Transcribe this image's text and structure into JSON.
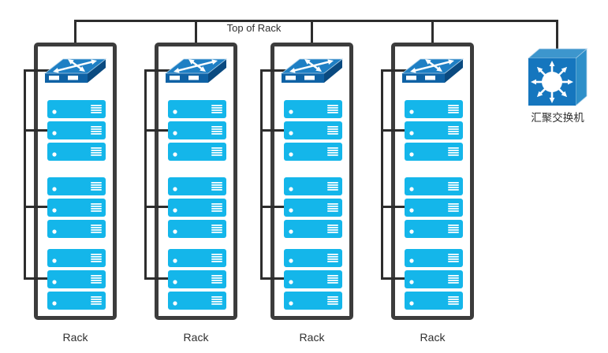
{
  "diagram": {
    "top_link_label": "Top of Rack",
    "aggregation_switch": {
      "label": "汇聚交换机",
      "icon": "aggregation-switch-icon"
    },
    "racks": [
      {
        "label": "Rack",
        "tor_switch_icon": "tor-switch-icon",
        "server_icon": "server-icon",
        "server_count": 9,
        "server_groups": 3
      },
      {
        "label": "Rack",
        "tor_switch_icon": "tor-switch-icon",
        "server_icon": "server-icon",
        "server_count": 9,
        "server_groups": 3
      },
      {
        "label": "Rack",
        "tor_switch_icon": "tor-switch-icon",
        "server_icon": "server-icon",
        "server_count": 9,
        "server_groups": 3
      },
      {
        "label": "Rack",
        "tor_switch_icon": "tor-switch-icon",
        "server_icon": "server-icon",
        "server_count": 9,
        "server_groups": 3
      }
    ]
  },
  "colors": {
    "background": "#ffffff",
    "connector_line": "#2d2d2d",
    "rack_border": "#3c3c3c",
    "server_fill": "#14b6ea",
    "tor_switch_top": "#1e7fc4",
    "tor_switch_front": "#0f62a5",
    "tor_switch_side": "#0a4a80",
    "agg_switch_front": "#1576be",
    "agg_switch_top": "#3d96cd",
    "agg_switch_side": "#2e8fc9",
    "edge_highlight": "#a8cde6",
    "label_text": "#2f2f2f"
  }
}
